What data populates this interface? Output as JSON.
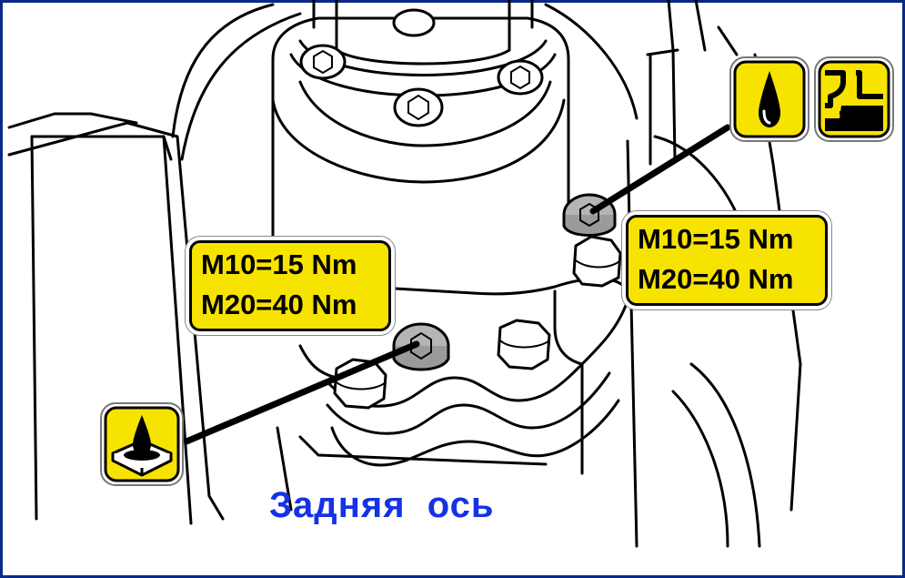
{
  "diagram": {
    "caption": "Задняя  ось",
    "labels": [
      {
        "line1": "M10=15 Nm",
        "line2": "M20=40 Nm"
      },
      {
        "line1": "M10=15 Nm",
        "line2": "M20=40 Nm"
      }
    ],
    "icons": [
      "oil-drop-icon",
      "fill-level-icon",
      "sealant-icon"
    ],
    "colors": {
      "label_fill": "#f7e300",
      "caption": "#1432e6",
      "frame": "#0a2a8a"
    }
  }
}
